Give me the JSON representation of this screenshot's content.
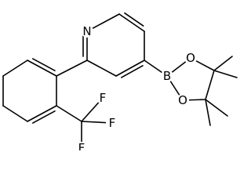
{
  "molecule": {
    "atoms": [
      {
        "id": "N1",
        "label": "N"
      },
      {
        "id": "B",
        "label": "B"
      },
      {
        "id": "O1",
        "label": "O"
      },
      {
        "id": "O2",
        "label": "O"
      },
      {
        "id": "F1",
        "label": "F"
      },
      {
        "id": "F2",
        "label": "F"
      },
      {
        "id": "F3",
        "label": "F"
      }
    ]
  }
}
